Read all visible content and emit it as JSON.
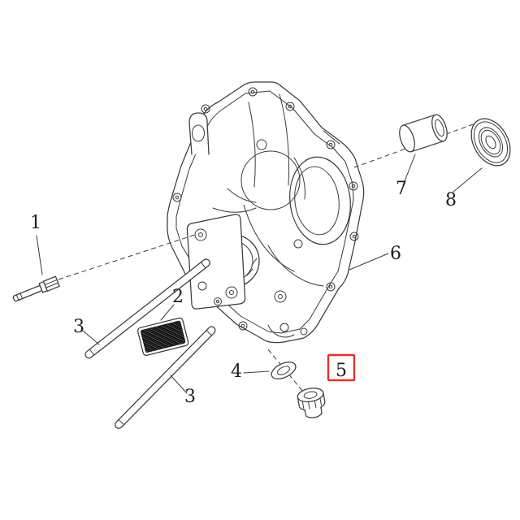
{
  "theme": {
    "background": "#ffffff",
    "line-color": "#3a3a3a",
    "label-color": "#1c1c1c",
    "highlight-color": "#e4312e"
  },
  "diagram": {
    "type": "exploded-parts-diagram",
    "highlighted_part": "5",
    "labels": [
      {
        "text": "1",
        "highlighted": false
      },
      {
        "text": "2",
        "highlighted": false
      },
      {
        "text": "3",
        "highlighted": false
      },
      {
        "text": "3",
        "highlighted": false
      },
      {
        "text": "4",
        "highlighted": false
      },
      {
        "text": "5",
        "highlighted": true
      },
      {
        "text": "6",
        "highlighted": false
      },
      {
        "text": "7",
        "highlighted": false
      },
      {
        "text": "8",
        "highlighted": false
      }
    ]
  }
}
